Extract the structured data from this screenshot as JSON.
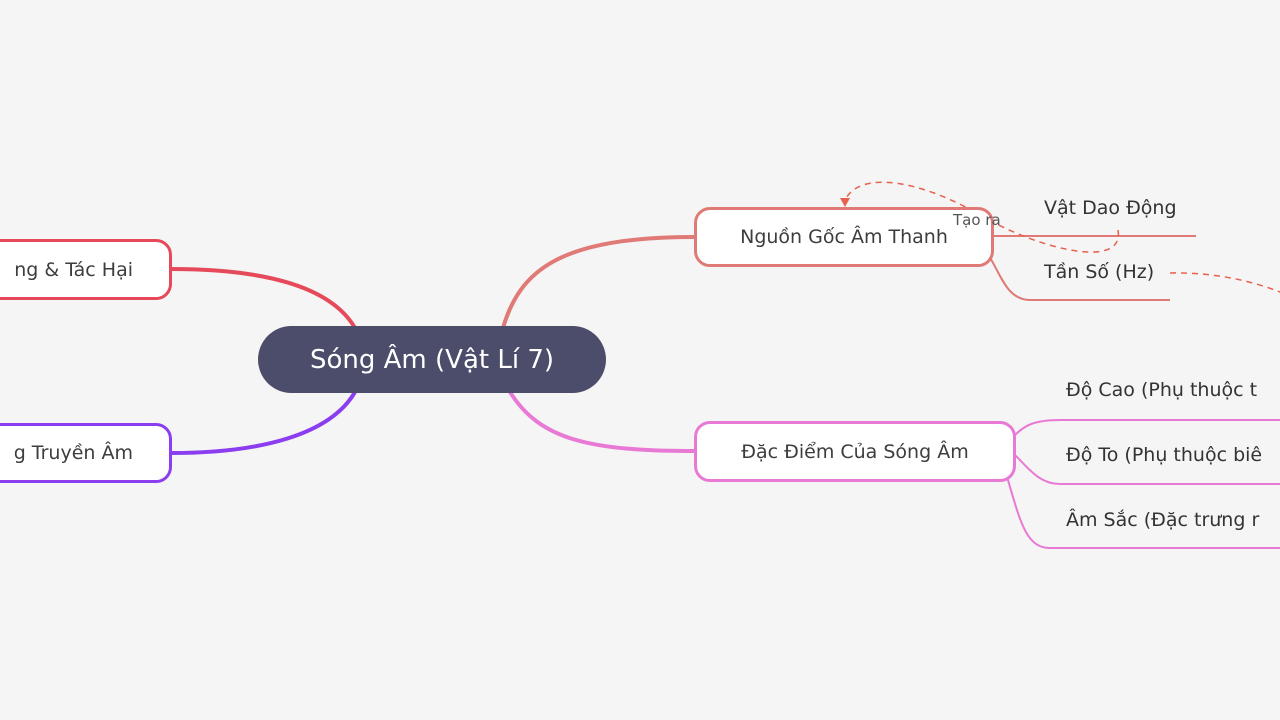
{
  "central": {
    "label": "Sóng Âm (Vật Lí 7)",
    "color": "#4b4d6b"
  },
  "branches": {
    "origin": {
      "label": "Nguồn Gốc Âm Thanh",
      "color": "#e07a76",
      "children": [
        "Vật Dao Động",
        "Tần Số (Hz)"
      ]
    },
    "characteristics": {
      "label": "Đặc Điểm Của Sóng Âm",
      "color": "#e87ad6",
      "children": [
        "Độ Cao (Phụ thuộc t",
        "Độ To (Phụ thuộc biê",
        "Âm Sắc (Đặc trưng r"
      ]
    },
    "harm": {
      "label": "ng & Tác Hại",
      "color": "#e5495a"
    },
    "transmission": {
      "label": "g Truyền Âm",
      "color": "#8a3ef0"
    }
  },
  "relationship": {
    "label": "Tạo ra",
    "color": "#e8604e"
  },
  "background": "#f5f5f5"
}
